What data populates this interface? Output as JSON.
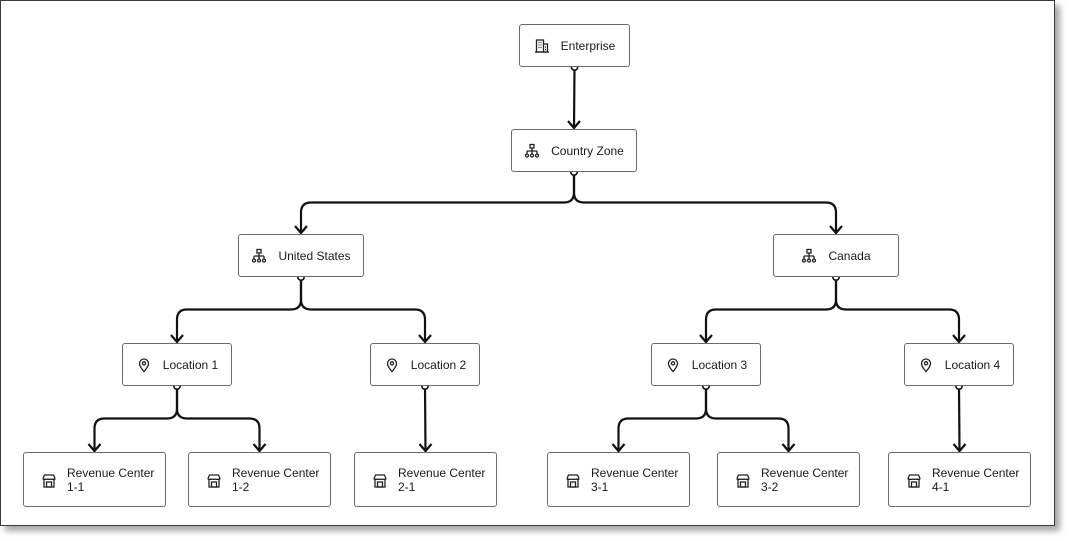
{
  "nodes": {
    "enterprise": {
      "label": "Enterprise",
      "icon": "building-icon"
    },
    "country_zone": {
      "label": "Country Zone",
      "icon": "hierarchy-icon"
    },
    "united_states": {
      "label": "United States",
      "icon": "hierarchy-icon"
    },
    "canada": {
      "label": "Canada",
      "icon": "hierarchy-icon"
    },
    "location_1": {
      "label": "Location 1",
      "icon": "location-pin-icon"
    },
    "location_2": {
      "label": "Location 2",
      "icon": "location-pin-icon"
    },
    "location_3": {
      "label": "Location 3",
      "icon": "location-pin-icon"
    },
    "location_4": {
      "label": "Location 4",
      "icon": "location-pin-icon"
    },
    "rc_1_1": {
      "line1": "Revenue Center",
      "line2": "1-1",
      "icon": "store-icon"
    },
    "rc_1_2": {
      "line1": "Revenue Center",
      "line2": "1-2",
      "icon": "store-icon"
    },
    "rc_2_1": {
      "line1": "Revenue Center",
      "line2": "2-1",
      "icon": "store-icon"
    },
    "rc_3_1": {
      "line1": "Revenue Center",
      "line2": "3-1",
      "icon": "store-icon"
    },
    "rc_3_2": {
      "line1": "Revenue Center",
      "line2": "3-2",
      "icon": "store-icon"
    },
    "rc_4_1": {
      "line1": "Revenue Center",
      "line2": "4-1",
      "icon": "store-icon"
    }
  },
  "edges": [
    [
      "enterprise",
      "country_zone"
    ],
    [
      "country_zone",
      "united_states"
    ],
    [
      "country_zone",
      "canada"
    ],
    [
      "united_states",
      "location_1"
    ],
    [
      "united_states",
      "location_2"
    ],
    [
      "canada",
      "location_3"
    ],
    [
      "canada",
      "location_4"
    ],
    [
      "location_1",
      "rc_1_1"
    ],
    [
      "location_1",
      "rc_1_2"
    ],
    [
      "location_2",
      "rc_2_1"
    ],
    [
      "location_3",
      "rc_3_1"
    ],
    [
      "location_3",
      "rc_3_2"
    ],
    [
      "location_4",
      "rc_4_1"
    ]
  ]
}
